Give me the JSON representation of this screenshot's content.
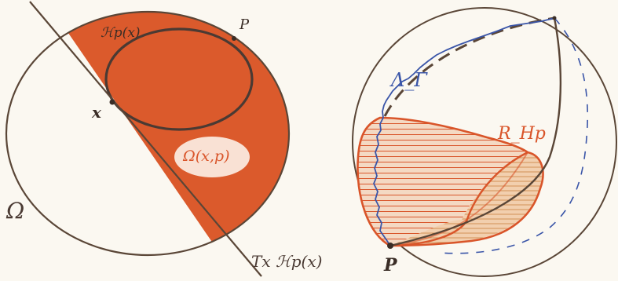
{
  "left_figure": {
    "domain_label": "Ω",
    "horosphere_label": "ℋp(x)",
    "point_p_label": "P",
    "point_x_label": "x",
    "region_label": "Ω(x,p)",
    "tangent_label": "Tx ℋp(x)"
  },
  "right_figure": {
    "curve_label": "Λ_Γ",
    "region_label": "R_Hp",
    "point_p_label": "P"
  },
  "colors": {
    "ink": "#5a4637",
    "orange": "#d9552a",
    "orange_light": "#e9a27a",
    "blue": "#3a55a8",
    "paper": "#fbf8f1"
  }
}
